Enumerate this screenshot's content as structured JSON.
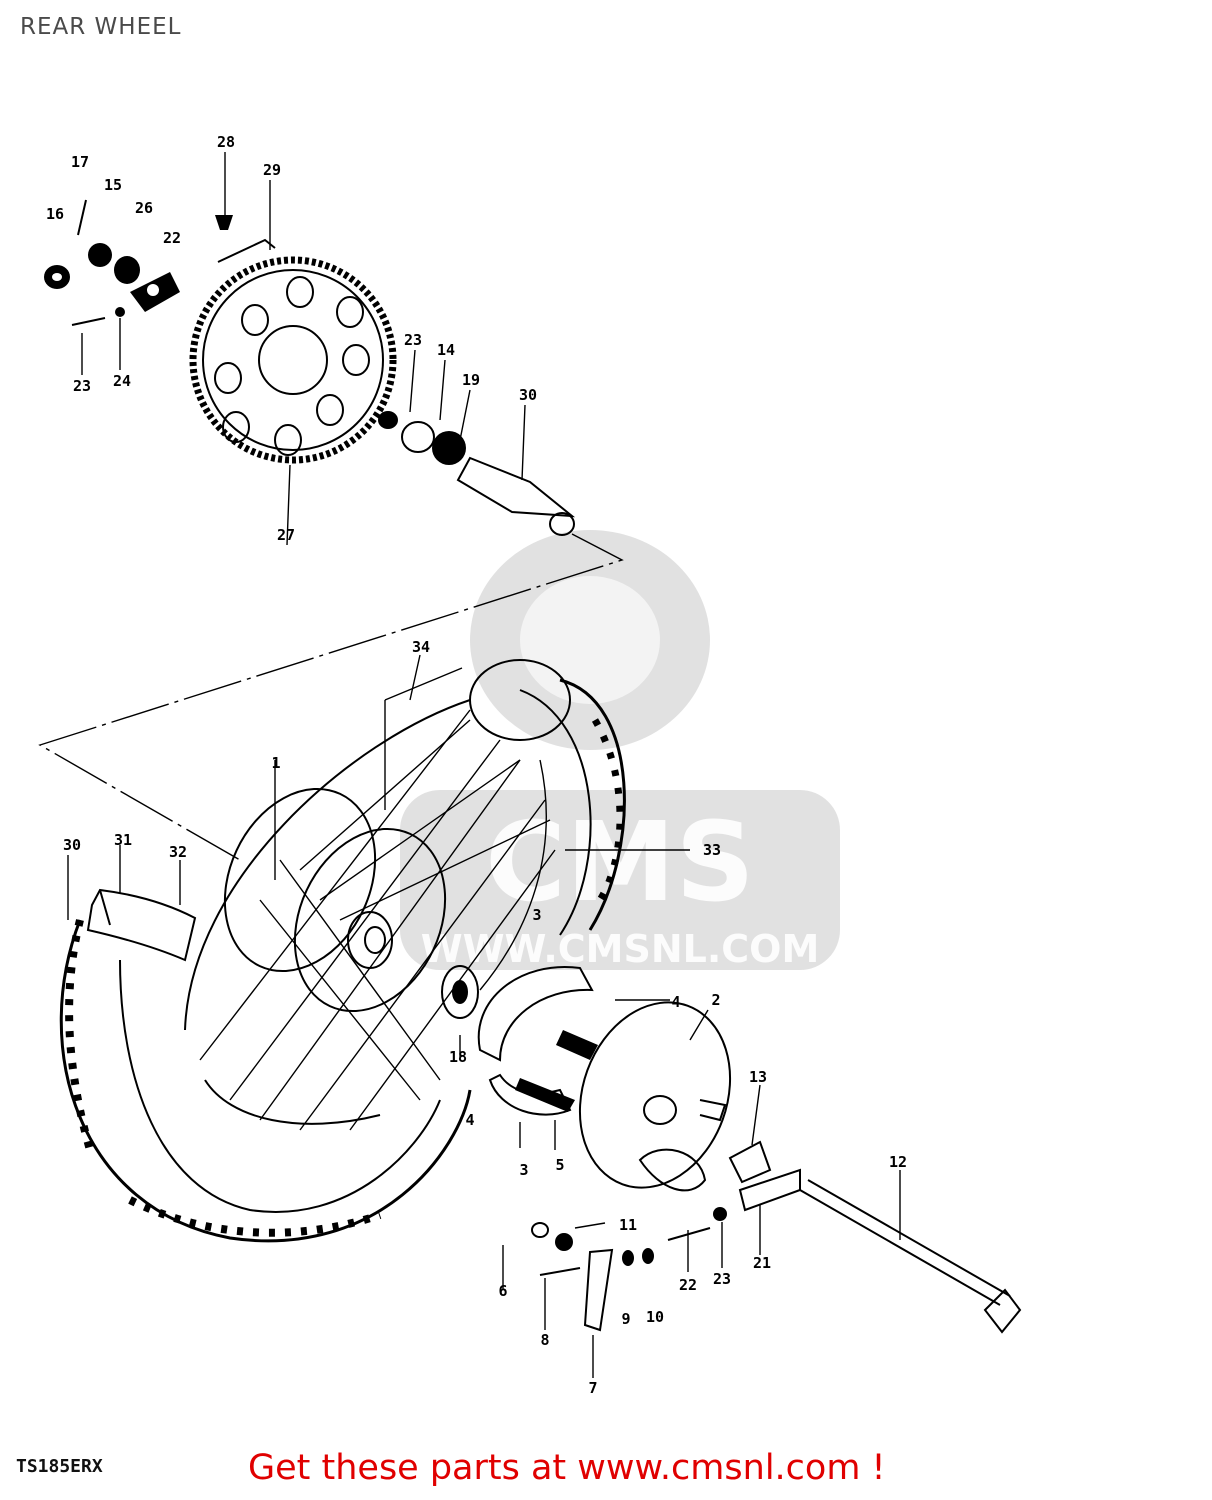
{
  "title": "REAR WHEEL",
  "model_code": "TS185ERX",
  "promo_text": "Get these parts at www.cmsnl.com !",
  "watermark": {
    "logo_text": "CMS",
    "url_text": "WWW.CMSNL.COM"
  },
  "callouts": [
    "17",
    "15",
    "16",
    "26",
    "22",
    "28",
    "29",
    "23",
    "24",
    "23",
    "14",
    "19",
    "30",
    "27",
    "34",
    "1",
    "30",
    "31",
    "32",
    "33",
    "18",
    "4",
    "2",
    "13",
    "4",
    "3",
    "5",
    "3",
    "12",
    "11",
    "6",
    "22",
    "23",
    "21",
    "8",
    "9",
    "10",
    "7"
  ],
  "colors": {
    "promo": "#e00000",
    "title": "#4a4a4a",
    "line": "#000000",
    "watermark": "#c8c8c8"
  }
}
